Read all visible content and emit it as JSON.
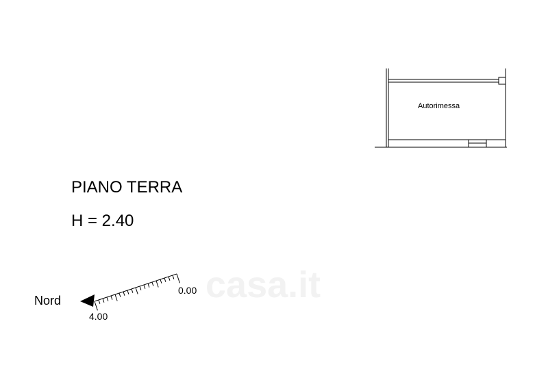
{
  "plan": {
    "room_label": "Autorimessa",
    "floor_title": "PIANO TERRA",
    "height_label": "H = 2.40"
  },
  "north": {
    "label": "Nord"
  },
  "scale": {
    "start_label": "0.00",
    "end_label": "4.00",
    "ticks": 20
  },
  "watermark": {
    "text": "casa.it"
  }
}
